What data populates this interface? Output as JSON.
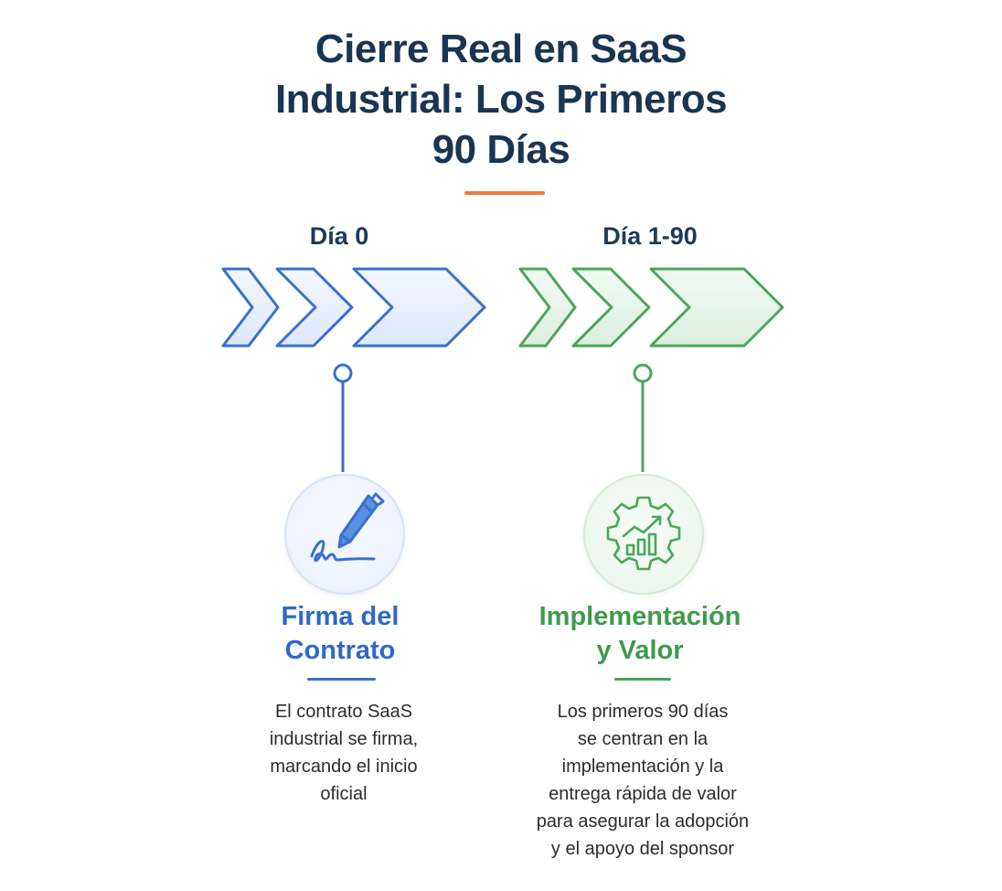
{
  "title_lines": [
    "Cierre Real en SaaS",
    "Industrial: Los Primeros",
    "90 Días"
  ],
  "colors": {
    "title": "#1a3552",
    "accent_orange": "#ef7b3c",
    "blue_stroke": "#3a70cc",
    "blue_fill": "#e6eefb",
    "green_stroke": "#4aa65a",
    "green_fill": "#e6f4e8"
  },
  "phases": [
    {
      "label": "Día 0",
      "icon": "pen-signature-icon",
      "title_lines": [
        "Firma del",
        "Contrato"
      ],
      "description_lines": [
        "El contrato SaaS",
        "industrial se firma,",
        "marcando el inicio",
        "oficial"
      ]
    },
    {
      "label": "Día 1-90",
      "icon": "gear-growth-chart-icon",
      "title_lines": [
        "Implementación",
        "y Valor"
      ],
      "description_lines": [
        "Los primeros 90 días",
        "se centran en la",
        "implementación y la",
        "entrega rápida de valor",
        "para asegurar la adopción",
        "y el apoyo del sponsor"
      ]
    }
  ]
}
